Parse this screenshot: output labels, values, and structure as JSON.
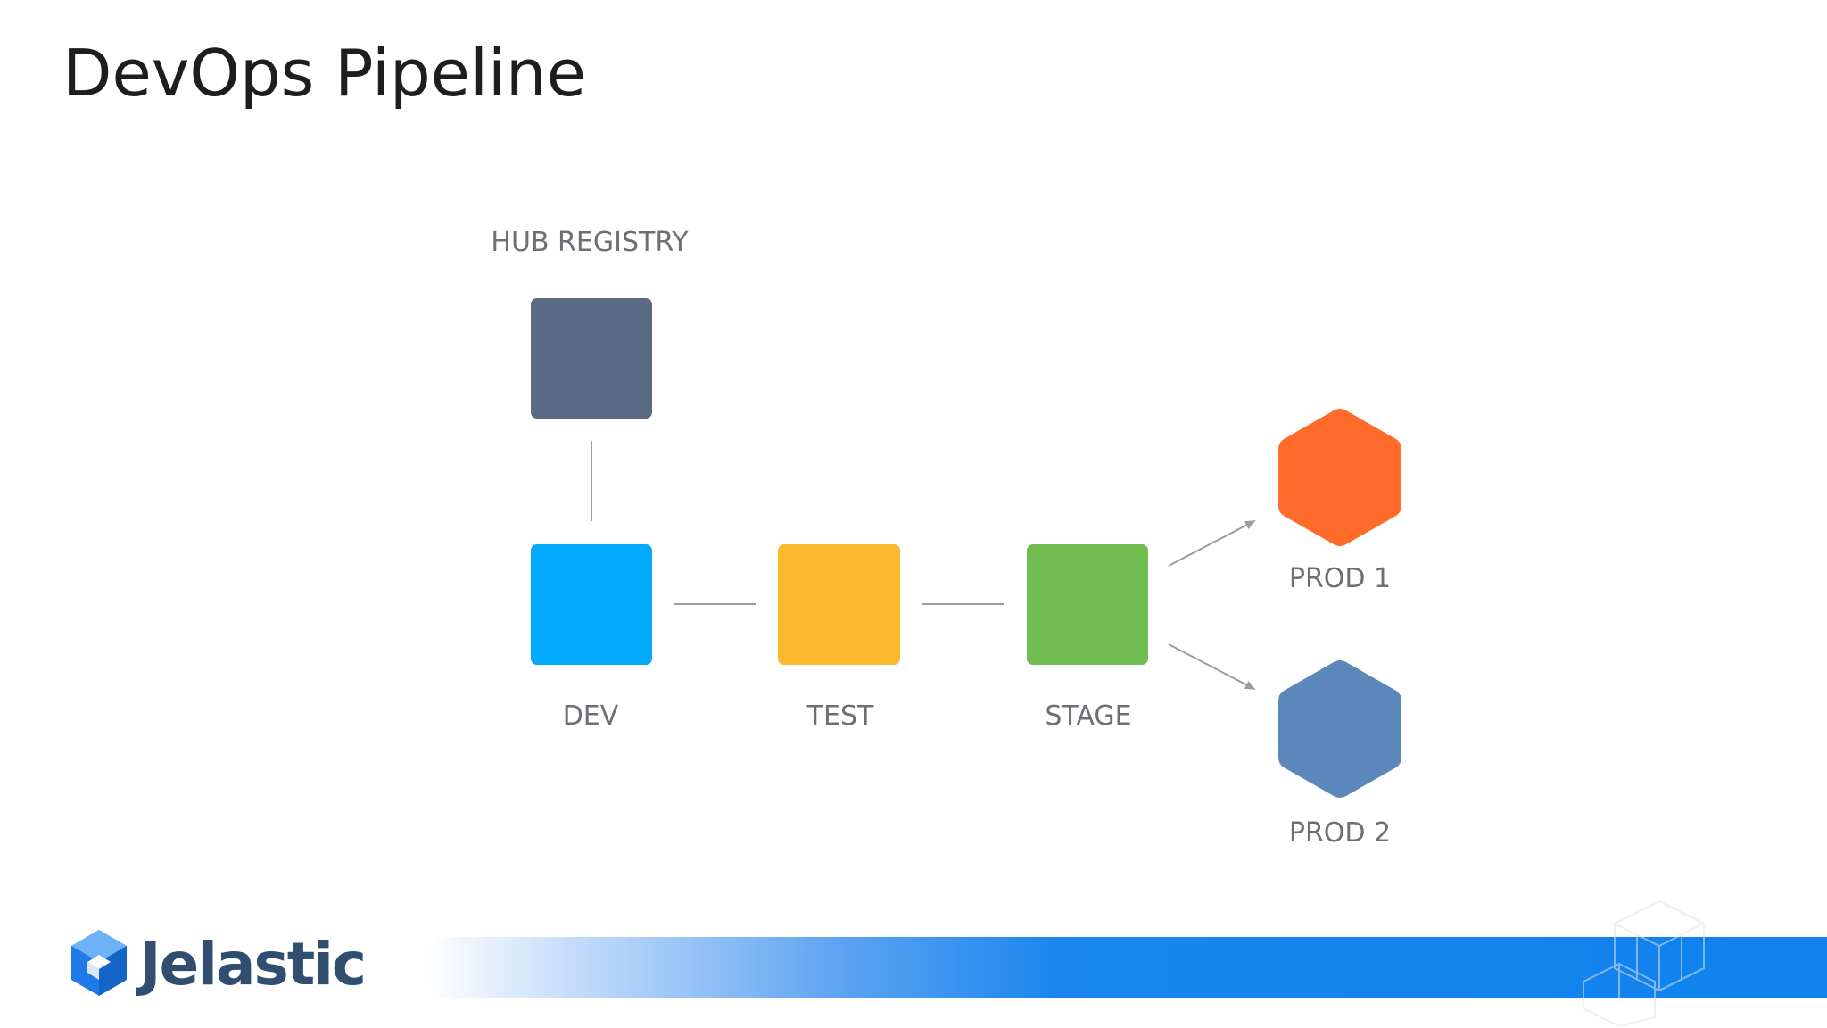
{
  "slide": {
    "title": "DevOps Pipeline"
  },
  "diagram": {
    "nodes": {
      "hub": {
        "label": "HUB REGISTRY",
        "color": "#5a6a84",
        "shape": "rounded-square"
      },
      "dev": {
        "label": "DEV",
        "color": "#03a9fb",
        "shape": "rounded-square"
      },
      "test": {
        "label": "TEST",
        "color": "#fdb92e",
        "shape": "rounded-square"
      },
      "stage": {
        "label": "STAGE",
        "color": "#72bd52",
        "shape": "rounded-square"
      },
      "prod1": {
        "label": "PROD 1",
        "color": "#ff6b2b",
        "shape": "hexagon"
      },
      "prod2": {
        "label": "PROD 2",
        "color": "#5c87ba",
        "shape": "hexagon"
      }
    },
    "edges": [
      {
        "from": "hub",
        "to": "dev",
        "style": "line"
      },
      {
        "from": "dev",
        "to": "test",
        "style": "line"
      },
      {
        "from": "test",
        "to": "stage",
        "style": "line"
      },
      {
        "from": "stage",
        "to": "prod1",
        "style": "arrow"
      },
      {
        "from": "stage",
        "to": "prod2",
        "style": "arrow"
      }
    ]
  },
  "branding": {
    "logo_text": "Jelastic",
    "logo_icon": "jelastic-cube-logo-icon",
    "accent_color": "#0f82ee"
  }
}
